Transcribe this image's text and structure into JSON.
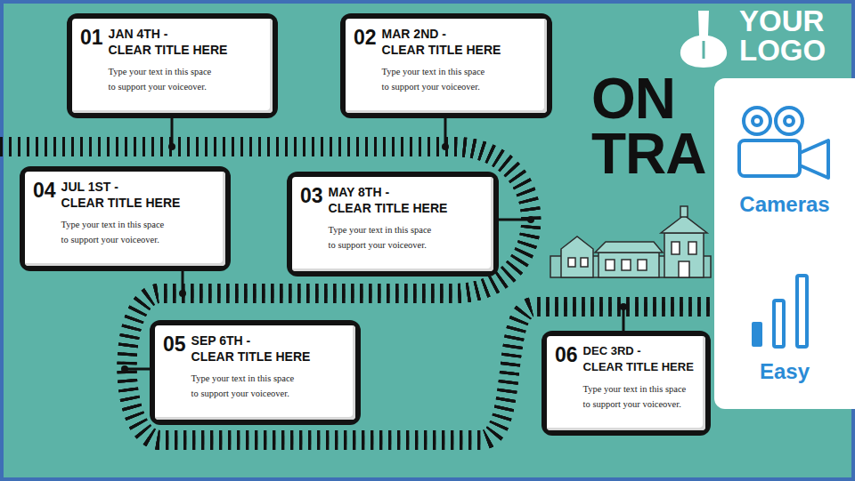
{
  "diagram": {
    "title": "ON TRA",
    "nodes": [
      {
        "text": [
          "01",
          "JAN 4TH -",
          "CLEAR TITLE HERE",
          "Type your text in this space to support your voiceover."
        ]
      },
      {
        "text": [
          "02",
          "MAR 2ND -",
          "CLEAR TITLE HERE",
          "Type your text in this space to support your voiceover."
        ]
      },
      {
        "text": [
          "03",
          "MAY 8TH -",
          "CLEAR TITLE HERE",
          "Type your text in this space to support your voiceover."
        ]
      },
      {
        "text": [
          "04",
          "JUL 1ST -",
          "CLEAR TITLE HERE",
          "Type your text in this space to support your voiceover."
        ]
      },
      {
        "text": [
          "05",
          "SEP 6TH -",
          "CLEAR TITLE HERE",
          "Type your text in this space to support your voiceover."
        ]
      },
      {
        "text": [
          "06",
          "DEC 3RD -",
          "CLEAR TITLE HERE",
          "Type your text in this space to support your voiceover."
        ]
      },
      {
        "text": [
          "Cameras",
          "Easy"
        ]
      }
    ],
    "labels": [
      "YOUR LOGO"
    ]
  }
}
